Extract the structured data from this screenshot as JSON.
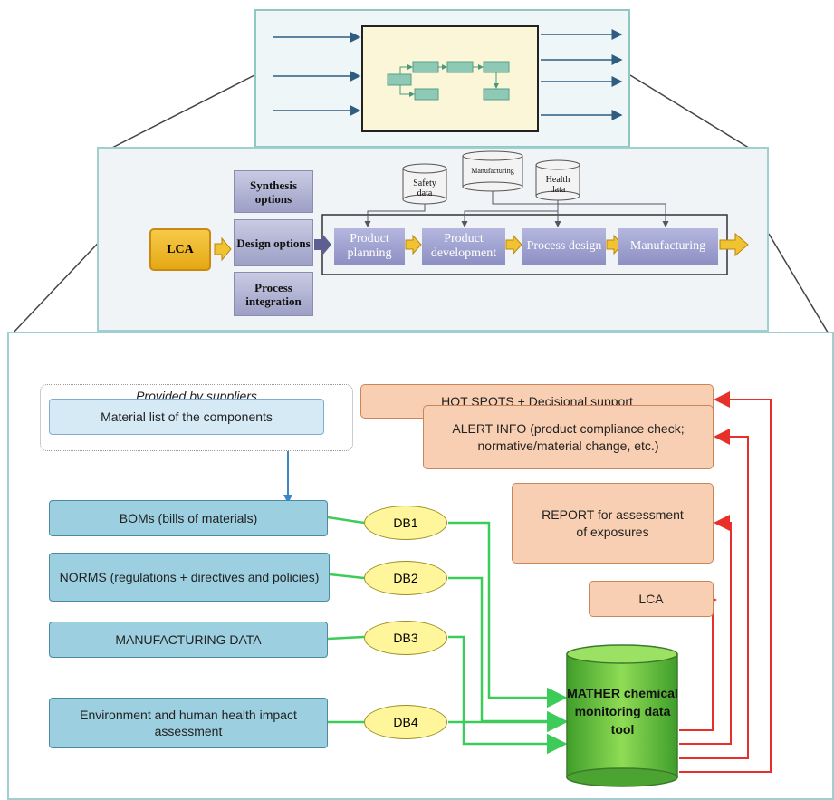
{
  "middle": {
    "synthesis": "Synthesis options",
    "design": "Design options",
    "integration": "Process integration",
    "lca": "LCA",
    "stages": [
      "Product planning",
      "Product development",
      "Process design",
      "Manufacturing"
    ],
    "databases": [
      "Manufacturing",
      "Safety data",
      "Health data"
    ]
  },
  "bottom": {
    "suppliers_title": "Provided by suppliers",
    "material_list": "Material list of the components",
    "inputs": [
      "BOMs (bills of materials)",
      "NORMS (regulations + directives and policies)",
      "MANUFACTURING DATA",
      "Environment and human health impact assessment"
    ],
    "dbs": [
      "DB1",
      "DB2",
      "DB3",
      "DB4"
    ],
    "outputs": [
      "HOT SPOTS + Decisional support",
      "ALERT INFO  (product compliance check;  normative/material change, etc.)",
      "REPORT for assessment of exposures",
      "LCA"
    ],
    "tool": "MATHER chemical monitoring data tool"
  },
  "colors": {
    "green_line": "#3dcc5a",
    "red_line": "#e8302a",
    "blue_arrow": "#3b86c8",
    "panel_border": "#9fcfcf"
  }
}
